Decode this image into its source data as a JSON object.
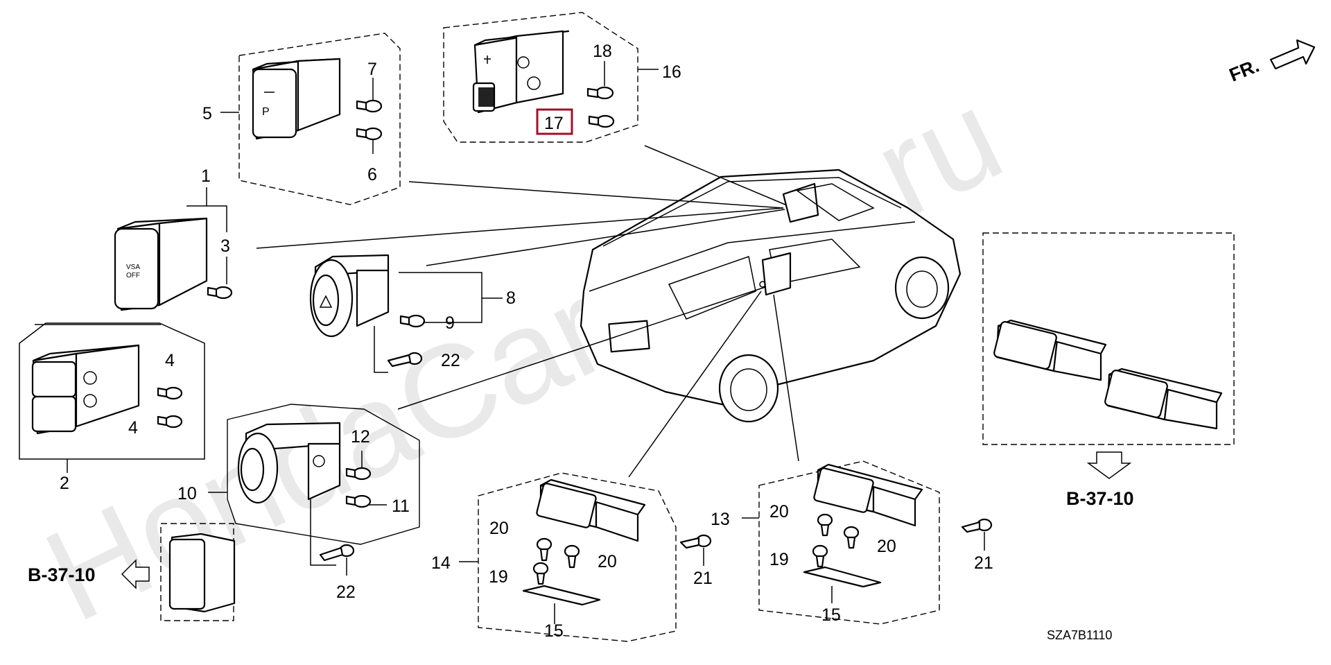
{
  "watermark": "HondaCarMine.ru",
  "direction_label": "FR.",
  "diagram_code": "SZA7B1110",
  "reference_left": "B-37-10",
  "reference_right": "B-37-10",
  "highlight_part": "17",
  "highlight_color": "#a0102a",
  "switch_text": {
    "vsa_line1": "VSA",
    "vsa_line2": "OFF"
  },
  "callouts": [
    {
      "id": "c1",
      "text": "1"
    },
    {
      "id": "c2",
      "text": "2"
    },
    {
      "id": "c3",
      "text": "3"
    },
    {
      "id": "c4a",
      "text": "4"
    },
    {
      "id": "c4b",
      "text": "4"
    },
    {
      "id": "c5",
      "text": "5"
    },
    {
      "id": "c6",
      "text": "6"
    },
    {
      "id": "c7",
      "text": "7"
    },
    {
      "id": "c8",
      "text": "8"
    },
    {
      "id": "c9",
      "text": "9"
    },
    {
      "id": "c10",
      "text": "10"
    },
    {
      "id": "c11",
      "text": "11"
    },
    {
      "id": "c12",
      "text": "12"
    },
    {
      "id": "c13",
      "text": "13"
    },
    {
      "id": "c14",
      "text": "14"
    },
    {
      "id": "c15a",
      "text": "15"
    },
    {
      "id": "c15b",
      "text": "15"
    },
    {
      "id": "c16",
      "text": "16"
    },
    {
      "id": "c17",
      "text": "17"
    },
    {
      "id": "c18",
      "text": "18"
    },
    {
      "id": "c19a",
      "text": "19"
    },
    {
      "id": "c19b",
      "text": "19"
    },
    {
      "id": "c20a",
      "text": "20"
    },
    {
      "id": "c20b",
      "text": "20"
    },
    {
      "id": "c20c",
      "text": "20"
    },
    {
      "id": "c20d",
      "text": "20"
    },
    {
      "id": "c21a",
      "text": "21"
    },
    {
      "id": "c21b",
      "text": "21"
    },
    {
      "id": "c22a",
      "text": "22"
    },
    {
      "id": "c22b",
      "text": "22"
    }
  ]
}
